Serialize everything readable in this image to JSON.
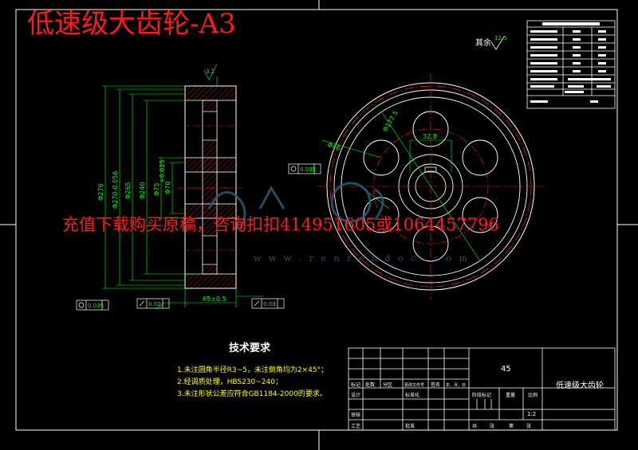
{
  "title": "低速级大齿轮-A3",
  "promo": "充值下载购买原稿，咨询扣扣414951605或1064457796",
  "watermark": "w w w . r e n r e n d o c . c o m",
  "colors": {
    "background": "#000000",
    "green": "#00ff00",
    "red": "#ff1a1a",
    "white": "#ffffff",
    "yellow": "#ffff00",
    "cyan": "#00cccc",
    "watermark": "#2d5f7c"
  },
  "roughness": {
    "label": "其余",
    "value": "12.5",
    "note": "3.2"
  },
  "tech": {
    "heading": "技术要求",
    "items": [
      "1.未注圆角半径R3~5，未注倒角均为2×45°；",
      "2.经调质处理，HBS230~240；",
      "3.未注形状公差应符合GB1184-2000的要求。"
    ]
  },
  "dims": {
    "d1": "Φ276",
    "d2": "Φ270-0.056",
    "d3": "Φ265",
    "d4": "Φ240",
    "d5": "Φ75",
    "d6": "Φ70",
    "hub": "+0.025",
    "width": "65±0.5",
    "tol1": "0.035",
    "tol2": "0.02",
    "tol3": "0.03",
    "tol4": "0.035",
    "pcd": "Φ177.5",
    "hole": "Φ40",
    "kw": "32.8",
    "rough": "3.2"
  },
  "title_block": {
    "material": "45",
    "name": "低速级大齿轮",
    "scale": "1:2",
    "hdr": [
      "标记",
      "处数",
      "分区",
      "更改文件号",
      "签名",
      "年、月、日"
    ],
    "rows": [
      "设计",
      "标准化",
      "审核",
      "工艺",
      "批准"
    ],
    "stage": "阶段标记",
    "weight": "重量",
    "ratio": "比例",
    "sheets": [
      "共",
      "张",
      "第",
      "张"
    ]
  },
  "param_table": {
    "title": "齿轮参数表",
    "rows": 7
  }
}
